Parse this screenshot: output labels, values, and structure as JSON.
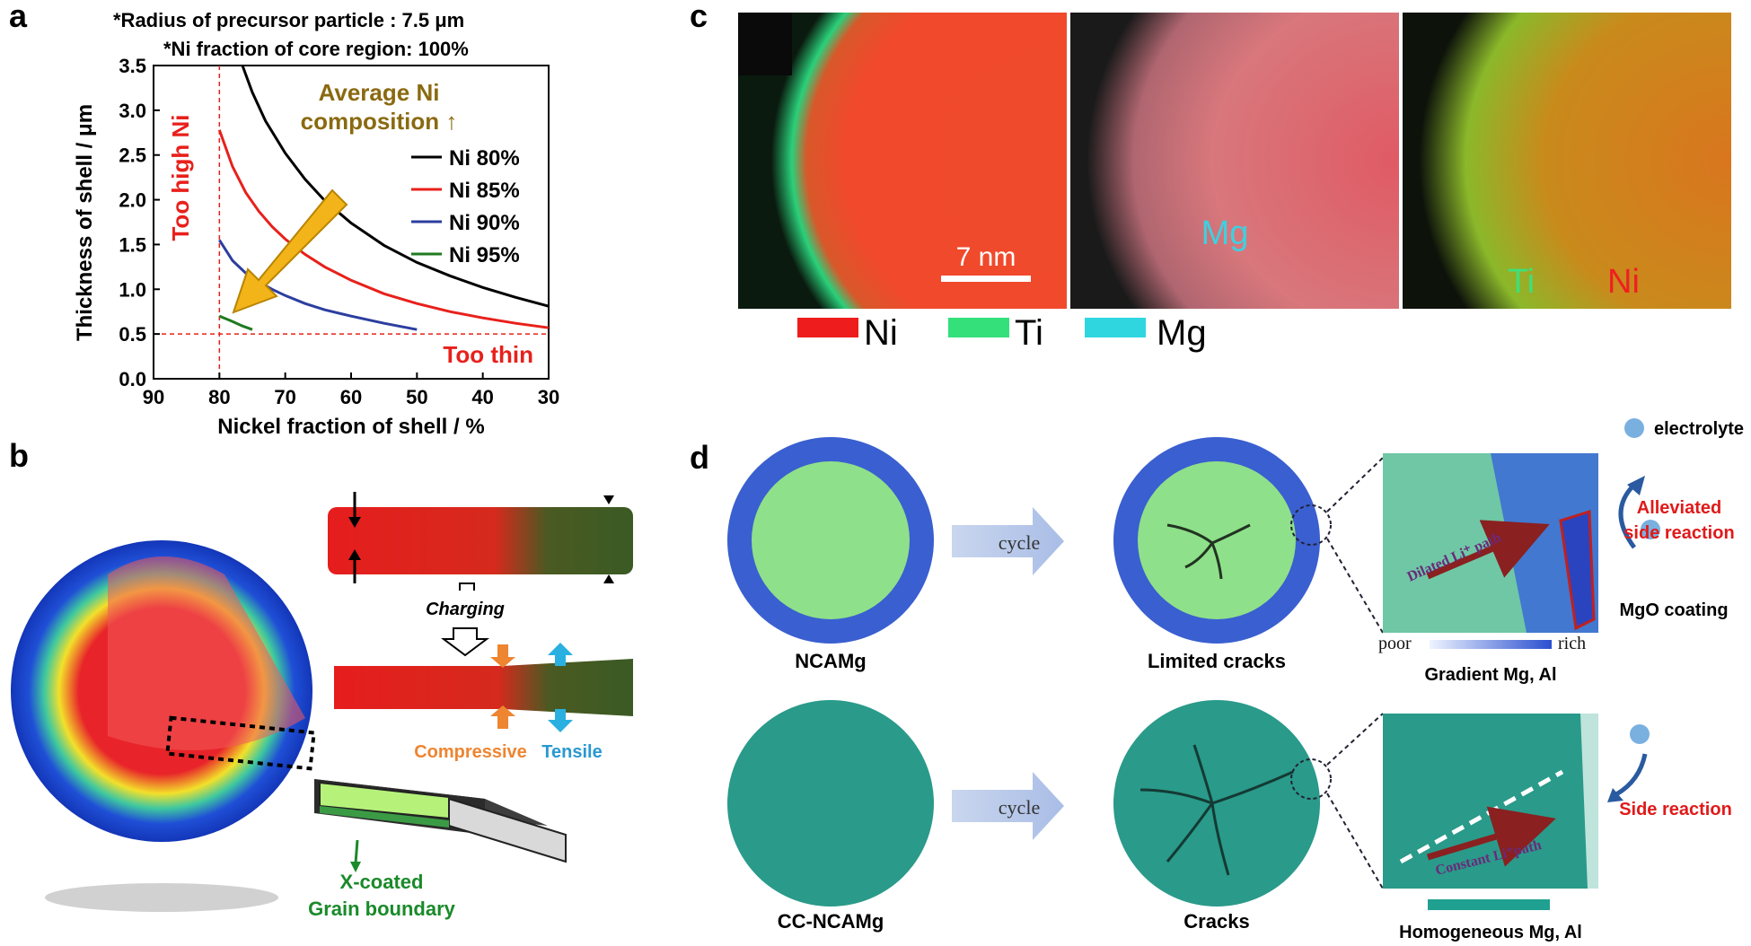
{
  "panel_labels": {
    "a": "a",
    "b": "b",
    "c": "c",
    "d": "d"
  },
  "chart_data": {
    "type": "line",
    "notes": [
      "*Radius of precursor particle : 7.5 μm",
      "*Ni fraction of core region: 100%"
    ],
    "xlabel": "Nickel fraction of shell / %",
    "ylabel": "Thickness of shell / μm",
    "xlim": [
      90,
      30
    ],
    "ylim": [
      0,
      3.5
    ],
    "xticks": [
      "90",
      "80",
      "70",
      "60",
      "50",
      "40",
      "30"
    ],
    "yticks": [
      "0.0",
      "0.5",
      "1.0",
      "1.5",
      "2.0",
      "2.5",
      "3.0",
      "3.5"
    ],
    "reference_lines": {
      "x": 80,
      "y": 0.5
    },
    "annotations": {
      "too_high": "Too high Ni",
      "too_thin": "Too thin",
      "arrow_line1": "Average Ni",
      "arrow_line2": "composition ↑"
    },
    "legend_position": "right",
    "series": [
      {
        "name": "Ni 80%",
        "color": "#000000",
        "x": [
          76.5,
          75,
          73,
          70,
          67,
          64,
          60,
          55,
          50,
          45,
          40,
          35,
          30
        ],
        "y": [
          3.5,
          3.2,
          2.88,
          2.52,
          2.23,
          1.99,
          1.74,
          1.49,
          1.3,
          1.15,
          1.02,
          0.91,
          0.81
        ]
      },
      {
        "name": "Ni 85%",
        "color": "#e8201b",
        "x": [
          80,
          78,
          76,
          74,
          72,
          70,
          67,
          64,
          60,
          55,
          50,
          45,
          40,
          35,
          30
        ],
        "y": [
          2.78,
          2.37,
          2.08,
          1.87,
          1.7,
          1.56,
          1.39,
          1.25,
          1.1,
          0.95,
          0.84,
          0.75,
          0.68,
          0.62,
          0.57
        ]
      },
      {
        "name": "Ni 90%",
        "color": "#2c3e9f",
        "x": [
          80,
          78,
          76,
          74,
          72,
          70,
          67,
          64,
          60,
          55,
          50
        ],
        "y": [
          1.55,
          1.32,
          1.18,
          1.08,
          1.0,
          0.93,
          0.84,
          0.77,
          0.7,
          0.62,
          0.55
        ]
      },
      {
        "name": "Ni 95%",
        "color": "#1f7a1f",
        "x": [
          80,
          78,
          76.5,
          75
        ],
        "y": [
          0.7,
          0.64,
          0.59,
          0.55
        ]
      }
    ]
  },
  "panel_b": {
    "charging": "Charging",
    "compressive": "Compressive",
    "tensile": "Tensile",
    "coated_line1": "X-coated",
    "coated_line2": "Grain boundary"
  },
  "panel_c": {
    "scale_bar": "7 nm",
    "label_mg": "Mg",
    "label_ti": "Ti",
    "label_ni": "Ni",
    "legend": [
      {
        "name": "Ni",
        "color": "#ee1c1c"
      },
      {
        "name": "Ti",
        "color": "#33e07a"
      },
      {
        "name": "Mg",
        "color": "#2fd6e0"
      }
    ]
  },
  "panel_d": {
    "cycle": "cycle",
    "ncamg": "NCAMg",
    "limited_cracks": "Limited cracks",
    "cc_ncamg": "CC-NCAMg",
    "cracks": "Cracks",
    "electrolyte": "electrolyte",
    "alleviated_line1": "Alleviated",
    "alleviated_line2": "side reaction",
    "mgo": "MgO coating",
    "side_reaction": "Side reaction",
    "poor": "poor",
    "rich": "rich",
    "gradient": "Gradient Mg, Al",
    "homogeneous": "Homogeneous Mg, Al",
    "dilated_path": "Dilated Li⁺ path",
    "constant_path": "Constant Li⁺path"
  }
}
